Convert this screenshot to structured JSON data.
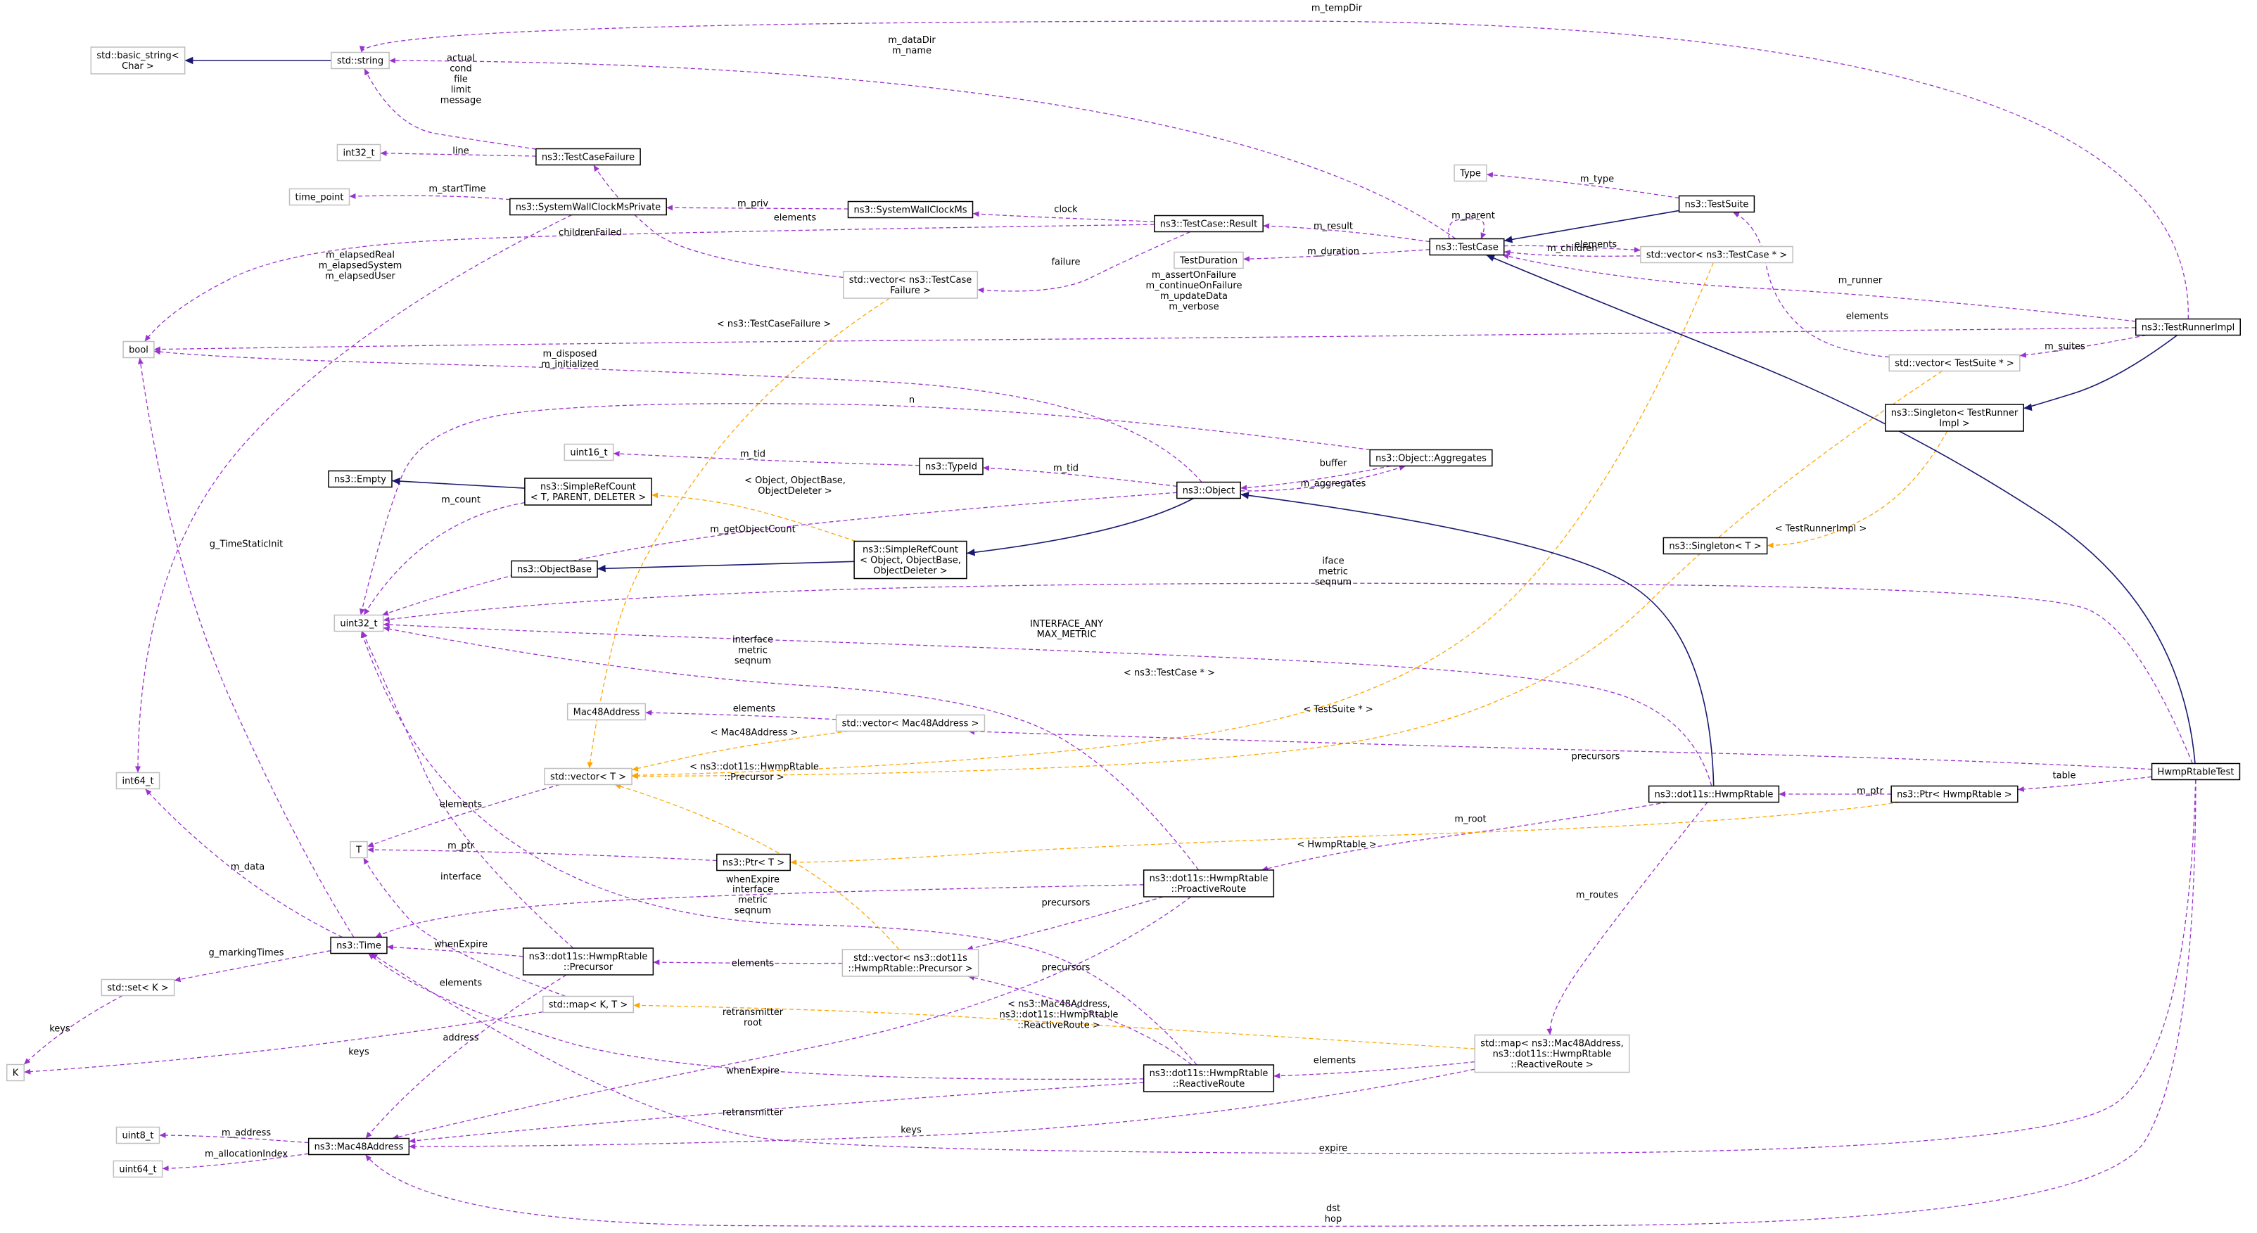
{
  "graph": {
    "colors": {
      "usage": "#9a32cd",
      "template": "#ffa500",
      "inheritance": "#191970",
      "node_border": "#000000",
      "external_border": "#bfbfbf",
      "focus_fill": "#bfbfbf"
    },
    "nodes": [
      {
        "id": "basic_string",
        "lines": [
          "std::basic_string<",
          "Char >"
        ],
        "style": "external"
      },
      {
        "id": "string",
        "lines": [
          "std::string"
        ],
        "style": "external"
      },
      {
        "id": "int32",
        "lines": [
          "int32_t"
        ],
        "style": "external"
      },
      {
        "id": "time_point",
        "lines": [
          "time_point"
        ],
        "style": "external"
      },
      {
        "id": "bool",
        "lines": [
          "bool"
        ],
        "style": "external"
      },
      {
        "id": "uint16",
        "lines": [
          "uint16_t"
        ],
        "style": "external"
      },
      {
        "id": "empty",
        "lines": [
          "ns3::Empty"
        ],
        "style": "normal"
      },
      {
        "id": "objectbase",
        "lines": [
          "ns3::ObjectBase"
        ],
        "style": "normal"
      },
      {
        "id": "uint32",
        "lines": [
          "uint32_t"
        ],
        "style": "external"
      },
      {
        "id": "mac48addr_ext",
        "lines": [
          "Mac48Address"
        ],
        "style": "external"
      },
      {
        "id": "int64",
        "lines": [
          "int64_t"
        ],
        "style": "external"
      },
      {
        "id": "T",
        "lines": [
          "T"
        ],
        "style": "external"
      },
      {
        "id": "time",
        "lines": [
          "ns3::Time"
        ],
        "style": "normal"
      },
      {
        "id": "set",
        "lines": [
          "std::set< K >"
        ],
        "style": "external"
      },
      {
        "id": "K",
        "lines": [
          "K"
        ],
        "style": "external"
      },
      {
        "id": "uint8",
        "lines": [
          "uint8_t"
        ],
        "style": "external"
      },
      {
        "id": "uint64",
        "lines": [
          "uint64_t"
        ],
        "style": "external"
      },
      {
        "id": "mac48",
        "lines": [
          "ns3::Mac48Address"
        ],
        "style": "normal"
      },
      {
        "id": "testcasefailure",
        "lines": [
          "ns3::TestCaseFailure"
        ],
        "style": "normal"
      },
      {
        "id": "swcprivate",
        "lines": [
          "ns3::SystemWallClockMsPrivate"
        ],
        "style": "normal"
      },
      {
        "id": "simplerefcount_t",
        "lines": [
          "ns3::SimpleRefCount",
          "< T, PARENT, DELETER >"
        ],
        "style": "normal"
      },
      {
        "id": "vector_t",
        "lines": [
          "std::vector< T >"
        ],
        "style": "external"
      },
      {
        "id": "ptr_t",
        "lines": [
          "ns3::Ptr< T >"
        ],
        "style": "normal"
      },
      {
        "id": "precursor",
        "lines": [
          "ns3::dot11s::HwmpRtable",
          "::Precursor"
        ],
        "style": "normal"
      },
      {
        "id": "map_kt",
        "lines": [
          "std::map< K, T >"
        ],
        "style": "external"
      },
      {
        "id": "swcms",
        "lines": [
          "ns3::SystemWallClockMs"
        ],
        "style": "normal"
      },
      {
        "id": "vector_failure",
        "lines": [
          "std::vector< ns3::TestCase",
          "Failure >"
        ],
        "style": "external"
      },
      {
        "id": "typeid",
        "lines": [
          "ns3::TypeId"
        ],
        "style": "normal"
      },
      {
        "id": "simplerefcount_obj",
        "lines": [
          "ns3::SimpleRefCount",
          "< Object, ObjectBase,",
          "ObjectDeleter >"
        ],
        "style": "normal"
      },
      {
        "id": "vector_mac",
        "lines": [
          "std::vector< Mac48Address >"
        ],
        "style": "external"
      },
      {
        "id": "vector_prec",
        "lines": [
          "std::vector< ns3::dot11s",
          "::HwmpRtable::Precursor >"
        ],
        "style": "external"
      },
      {
        "id": "proactive",
        "lines": [
          "ns3::dot11s::HwmpRtable",
          "::ProactiveRoute"
        ],
        "style": "normal"
      },
      {
        "id": "reactive",
        "lines": [
          "ns3::dot11s::HwmpRtable",
          "::ReactiveRoute"
        ],
        "style": "normal"
      },
      {
        "id": "object",
        "lines": [
          "ns3::Object"
        ],
        "style": "normal"
      },
      {
        "id": "tcresult",
        "lines": [
          "ns3::TestCase::Result"
        ],
        "style": "normal"
      },
      {
        "id": "testduration",
        "lines": [
          "TestDuration"
        ],
        "style": "external"
      },
      {
        "id": "aggregates",
        "lines": [
          "ns3::Object::Aggregates"
        ],
        "style": "normal"
      },
      {
        "id": "type",
        "lines": [
          "Type"
        ],
        "style": "external"
      },
      {
        "id": "testcase",
        "lines": [
          "ns3::TestCase"
        ],
        "style": "normal"
      },
      {
        "id": "testsuite",
        "lines": [
          "ns3::TestSuite"
        ],
        "style": "normal"
      },
      {
        "id": "vector_tc",
        "lines": [
          "std::vector< ns3::TestCase * >"
        ],
        "style": "external"
      },
      {
        "id": "vector_ts",
        "lines": [
          "std::vector< TestSuite * >"
        ],
        "style": "external"
      },
      {
        "id": "singleton_tri",
        "lines": [
          "ns3::Singleton< TestRunner",
          "Impl >"
        ],
        "style": "normal"
      },
      {
        "id": "singleton_t",
        "lines": [
          "ns3::Singleton< T >"
        ],
        "style": "normal"
      },
      {
        "id": "hwmprtable",
        "lines": [
          "ns3::dot11s::HwmpRtable"
        ],
        "style": "normal"
      },
      {
        "id": "map_reactive",
        "lines": [
          "std::map< ns3::Mac48Address,",
          "ns3::dot11s::HwmpRtable",
          "::ReactiveRoute >"
        ],
        "style": "external"
      },
      {
        "id": "ptr_hwmp",
        "lines": [
          "ns3::Ptr< HwmpRtable >"
        ],
        "style": "normal"
      },
      {
        "id": "testrunnerimpl",
        "lines": [
          "ns3::TestRunnerImpl"
        ],
        "style": "normal"
      },
      {
        "id": "hwmptest",
        "lines": [
          "HwmpRtableTest"
        ],
        "style": "focus"
      }
    ],
    "edges": [
      {
        "from": "string",
        "to": "basic_string",
        "kind": "inheritance",
        "labels": []
      },
      {
        "from": "testrunnerimpl",
        "to": "string",
        "kind": "usage",
        "labels": [
          "m_tempDir"
        ]
      },
      {
        "from": "testcase",
        "to": "string",
        "kind": "usage",
        "labels": [
          "m_dataDir",
          "m_name"
        ]
      },
      {
        "from": "testcasefailure",
        "to": "string",
        "kind": "usage",
        "labels": [
          "actual",
          "cond",
          "file",
          "limit",
          "message"
        ]
      },
      {
        "from": "testcasefailure",
        "to": "int32",
        "kind": "usage",
        "labels": [
          "line"
        ]
      },
      {
        "from": "swcprivate",
        "to": "time_point",
        "kind": "usage",
        "labels": [
          "m_startTime"
        ]
      },
      {
        "from": "swcms",
        "to": "swcprivate",
        "kind": "usage",
        "labels": [
          "m_priv"
        ]
      },
      {
        "from": "tcresult",
        "to": "swcms",
        "kind": "usage",
        "labels": [
          "clock"
        ]
      },
      {
        "from": "vector_failure",
        "to": "testcasefailure",
        "kind": "usage",
        "labels": [
          "elements"
        ]
      },
      {
        "from": "tcresult",
        "to": "vector_failure",
        "kind": "usage",
        "labels": [
          "failure"
        ]
      },
      {
        "from": "tcresult",
        "to": "bool",
        "kind": "usage",
        "labels": [
          "childrenFailed"
        ]
      },
      {
        "from": "swcprivate",
        "to": "int64",
        "kind": "usage",
        "labels": [
          "m_elapsedReal",
          "m_elapsedSystem",
          "m_elapsedUser"
        ]
      },
      {
        "from": "testcase",
        "to": "tcresult",
        "kind": "usage",
        "labels": [
          "m_result"
        ]
      },
      {
        "from": "testcase",
        "to": "testduration",
        "kind": "usage",
        "labels": [
          "m_duration"
        ]
      },
      {
        "from": "testcase",
        "to": "testcase",
        "kind": "usage",
        "labels": [
          "m_parent"
        ]
      },
      {
        "from": "testsuite",
        "to": "type",
        "kind": "usage",
        "labels": [
          "m_type"
        ]
      },
      {
        "from": "testsuite",
        "to": "testcase",
        "kind": "inheritance",
        "labels": []
      },
      {
        "from": "vector_tc",
        "to": "testcase",
        "kind": "usage",
        "labels": [
          "elements"
        ]
      },
      {
        "from": "testcase",
        "to": "vector_tc",
        "kind": "usage",
        "labels": [
          "m_children"
        ]
      },
      {
        "from": "testrunnerimpl",
        "to": "testcase",
        "kind": "usage",
        "labels": [
          "m_runner"
        ]
      },
      {
        "from": "testrunnerimpl",
        "to": "bool",
        "kind": "usage",
        "labels": [
          "m_assertOnFailure",
          "m_continueOnFailure",
          "m_updateData",
          "m_verbose"
        ]
      },
      {
        "from": "vector_ts",
        "to": "testsuite",
        "kind": "usage",
        "labels": [
          "elements"
        ]
      },
      {
        "from": "testrunnerimpl",
        "to": "vector_ts",
        "kind": "usage",
        "labels": [
          "m_suites"
        ]
      },
      {
        "from": "testrunnerimpl",
        "to": "singleton_tri",
        "kind": "inheritance",
        "labels": []
      },
      {
        "from": "singleton_tri",
        "to": "singleton_t",
        "kind": "template",
        "labels": [
          "< TestRunnerImpl >"
        ]
      },
      {
        "from": "vector_failure",
        "to": "vector_t",
        "kind": "template",
        "labels": [
          "< ns3::TestCaseFailure >"
        ]
      },
      {
        "from": "vector_tc",
        "to": "vector_t",
        "kind": "template",
        "labels": [
          "< ns3::TestCase * >"
        ]
      },
      {
        "from": "vector_ts",
        "to": "vector_t",
        "kind": "template",
        "labels": [
          "< TestSuite * >"
        ]
      },
      {
        "from": "object",
        "to": "bool",
        "kind": "usage",
        "labels": [
          "m_disposed",
          "m_initialized"
        ]
      },
      {
        "from": "aggregates",
        "to": "uint32",
        "kind": "usage",
        "labels": [
          "n"
        ]
      },
      {
        "from": "typeid",
        "to": "uint16",
        "kind": "usage",
        "labels": [
          "m_tid"
        ]
      },
      {
        "from": "object",
        "to": "typeid",
        "kind": "usage",
        "labels": [
          "m_tid"
        ]
      },
      {
        "from": "aggregates",
        "to": "object",
        "kind": "usage",
        "labels": [
          "buffer"
        ]
      },
      {
        "from": "object",
        "to": "aggregates",
        "kind": "usage",
        "labels": [
          "m_aggregates"
        ]
      },
      {
        "from": "simplerefcount_t",
        "to": "empty",
        "kind": "inheritance",
        "labels": []
      },
      {
        "from": "simplerefcount_t",
        "to": "uint32",
        "kind": "usage",
        "labels": [
          "m_count"
        ]
      },
      {
        "from": "simplerefcount_obj",
        "to": "simplerefcount_t",
        "kind": "template",
        "labels": [
          "< Object, ObjectBase,",
          "ObjectDeleter >"
        ]
      },
      {
        "from": "object",
        "to": "uint32",
        "kind": "usage",
        "labels": [
          "m_getObjectCount"
        ]
      },
      {
        "from": "object",
        "to": "simplerefcount_obj",
        "kind": "inheritance",
        "labels": []
      },
      {
        "from": "simplerefcount_obj",
        "to": "objectbase",
        "kind": "inheritance",
        "labels": []
      },
      {
        "from": "hwmptest",
        "to": "uint32",
        "kind": "usage",
        "labels": [
          "iface",
          "metric",
          "seqnum"
        ]
      },
      {
        "from": "hwmprtable",
        "to": "uint32",
        "kind": "usage",
        "labels": [
          "INTERFACE_ANY",
          "MAX_METRIC"
        ]
      },
      {
        "from": "proactive",
        "to": "uint32",
        "kind": "usage",
        "labels": [
          "interface",
          "metric",
          "seqnum"
        ]
      },
      {
        "from": "reactive",
        "to": "uint32",
        "kind": "usage",
        "labels": [
          "interface",
          "metric",
          "seqnum"
        ]
      },
      {
        "from": "vector_mac",
        "to": "mac48addr_ext",
        "kind": "usage",
        "labels": [
          "elements"
        ]
      },
      {
        "from": "vector_mac",
        "to": "vector_t",
        "kind": "template",
        "labels": [
          "< Mac48Address >"
        ]
      },
      {
        "from": "hwmptest",
        "to": "vector_mac",
        "kind": "usage",
        "labels": [
          "precursors"
        ]
      },
      {
        "from": "hwmprtable",
        "to": "object",
        "kind": "inheritance",
        "labels": []
      },
      {
        "from": "hwmptest",
        "to": "testcase",
        "kind": "inheritance",
        "labels": []
      },
      {
        "from": "vector_t",
        "to": "T",
        "kind": "usage",
        "labels": [
          "elements"
        ]
      },
      {
        "from": "ptr_t",
        "to": "T",
        "kind": "usage",
        "labels": [
          "m_ptr"
        ]
      },
      {
        "from": "vector_prec",
        "to": "vector_t",
        "kind": "template",
        "labels": [
          "< ns3::dot11s::HwmpRtable",
          "::Precursor >"
        ]
      },
      {
        "from": "hwmprtable",
        "to": "proactive",
        "kind": "usage",
        "labels": [
          "m_root"
        ]
      },
      {
        "from": "ptr_hwmp",
        "to": "ptr_t",
        "kind": "template",
        "labels": [
          "< HwmpRtable >"
        ]
      },
      {
        "from": "ptr_hwmp",
        "to": "hwmprtable",
        "kind": "usage",
        "labels": [
          "m_ptr"
        ]
      },
      {
        "from": "hwmptest",
        "to": "ptr_hwmp",
        "kind": "usage",
        "labels": [
          "table"
        ]
      },
      {
        "from": "time",
        "to": "bool",
        "kind": "usage",
        "labels": [
          "g_TimeStaticInit"
        ]
      },
      {
        "from": "time",
        "to": "int64",
        "kind": "usage",
        "labels": [
          "m_data"
        ]
      },
      {
        "from": "time",
        "to": "set",
        "kind": "usage",
        "labels": [
          "g_markingTimes"
        ]
      },
      {
        "from": "set",
        "to": "K",
        "kind": "usage",
        "labels": [
          "keys"
        ]
      },
      {
        "from": "proactive",
        "to": "time",
        "kind": "usage",
        "labels": [
          "whenExpire"
        ]
      },
      {
        "from": "precursor",
        "to": "time",
        "kind": "usage",
        "labels": [
          "whenExpire"
        ]
      },
      {
        "from": "precursor",
        "to": "uint32",
        "kind": "usage",
        "labels": [
          "interface"
        ]
      },
      {
        "from": "vector_prec",
        "to": "precursor",
        "kind": "usage",
        "labels": [
          "elements"
        ]
      },
      {
        "from": "proactive",
        "to": "vector_prec",
        "kind": "usage",
        "labels": [
          "precursors"
        ]
      },
      {
        "from": "reactive",
        "to": "vector_prec",
        "kind": "usage",
        "labels": [
          "precursors"
        ]
      },
      {
        "from": "map_kt",
        "to": "T",
        "kind": "usage",
        "labels": [
          "elements"
        ]
      },
      {
        "from": "map_kt",
        "to": "K",
        "kind": "usage",
        "labels": [
          "keys"
        ]
      },
      {
        "from": "map_reactive",
        "to": "map_kt",
        "kind": "template",
        "labels": [
          "< ns3::Mac48Address,",
          "ns3::dot11s::HwmpRtable",
          "::ReactiveRoute >"
        ]
      },
      {
        "from": "map_reactive",
        "to": "reactive",
        "kind": "usage",
        "labels": [
          "elements"
        ]
      },
      {
        "from": "hwmprtable",
        "to": "map_reactive",
        "kind": "usage",
        "labels": [
          "m_routes"
        ]
      },
      {
        "from": "precursor",
        "to": "mac48",
        "kind": "usage",
        "labels": [
          "address"
        ]
      },
      {
        "from": "proactive",
        "to": "mac48",
        "kind": "usage",
        "labels": [
          "retransmitter",
          "root"
        ]
      },
      {
        "from": "reactive",
        "to": "time",
        "kind": "usage",
        "labels": [
          "whenExpire"
        ]
      },
      {
        "from": "reactive",
        "to": "mac48",
        "kind": "usage",
        "labels": [
          "retransmitter"
        ]
      },
      {
        "from": "map_reactive",
        "to": "mac48",
        "kind": "usage",
        "labels": [
          "keys"
        ]
      },
      {
        "from": "mac48",
        "to": "uint8",
        "kind": "usage",
        "labels": [
          "m_address"
        ]
      },
      {
        "from": "mac48",
        "to": "uint64",
        "kind": "usage",
        "labels": [
          "m_allocationIndex"
        ]
      },
      {
        "from": "hwmptest",
        "to": "time",
        "kind": "usage",
        "labels": [
          "expire"
        ]
      },
      {
        "from": "hwmptest",
        "to": "mac48",
        "kind": "usage",
        "labels": [
          "dst",
          "hop"
        ]
      }
    ]
  }
}
